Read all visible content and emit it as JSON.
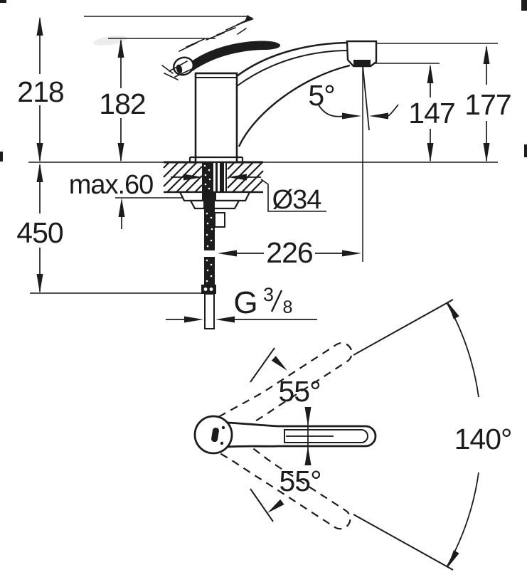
{
  "drawing": {
    "background_color": "#ffffff",
    "ink_color": "#1c1c1c",
    "side_view": {
      "total_height": "218",
      "body_height": "182",
      "stream_angle": "5°",
      "outlet_height": "147",
      "spout_top_height": "177",
      "max_deck_thickness": "max.60",
      "under_deck_length": "450",
      "hole_diameter": "Ø34",
      "spout_reach": "226",
      "thread": {
        "prefix": "G",
        "numerator": "3",
        "denominator": "8"
      }
    },
    "top_view": {
      "swing_upper": "55°",
      "swing_lower": "55°",
      "swivel_range": "140°"
    }
  }
}
